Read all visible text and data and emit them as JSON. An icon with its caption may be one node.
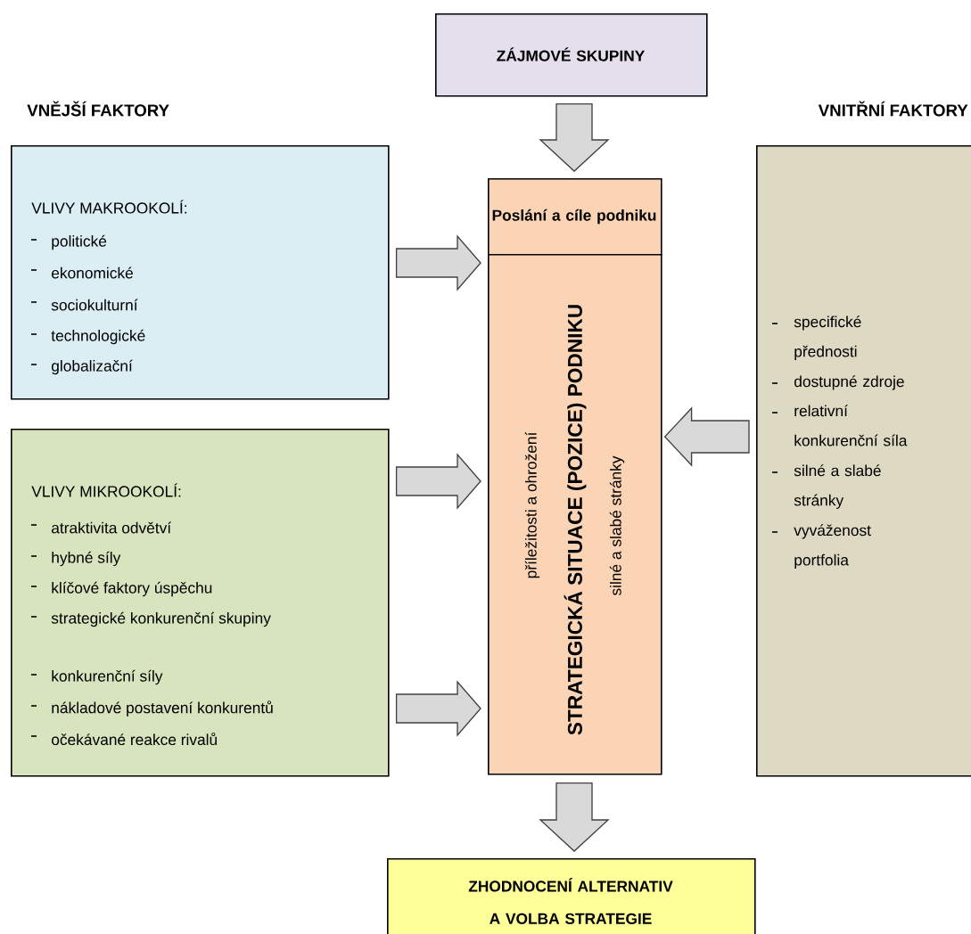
{
  "diagram": {
    "nodes": [
      {
        "text": [
          "ZÁJMOVÉ SKUPINY"
        ]
      },
      {
        "text": [
          "VLIVY MAKROOKOLÍ:",
          "politické",
          "ekonomické",
          "sociokulturní",
          "technologické",
          "globalizační"
        ]
      },
      {
        "text": [
          "VLIVY MIKROOKOLÍ:",
          "atraktivita odvětví",
          "hybné síly",
          "klíčové faktory úspěchu",
          "strategické konkurenční skupiny",
          "konkurenční síly",
          "nákladové postavení konkurentů",
          "očekávané reakce rivalů"
        ]
      },
      {
        "text": [
          "Poslání a cíle podniku"
        ]
      },
      {
        "text": [
          "příležitosti a ohrožení",
          "STRATEGICKÁ SITUACE (POZICE) PODNIKU",
          "silné a slabé stránky"
        ]
      },
      {
        "text": [
          "specifické přednosti",
          "dostupné zdroje",
          "relativní konkurenční síla",
          "silné a slabé stránky",
          "vyváženost portfolia"
        ]
      },
      {
        "text": [
          "ZHODNOCENÍ ALTERNATIV A VOLBA STRATEGIE"
        ]
      }
    ],
    "edges": [
      {
        "from": 0,
        "to": 3,
        "arrow": "to"
      },
      {
        "from": 1,
        "to": 4,
        "arrow": "to"
      },
      {
        "from": 2,
        "to": 4,
        "arrow": "to"
      },
      {
        "from": 2,
        "to": 4,
        "arrow": "to"
      },
      {
        "from": 5,
        "to": 4,
        "arrow": "to"
      },
      {
        "from": 4,
        "to": 6,
        "arrow": "to"
      }
    ],
    "labels": [
      "VNĚJŠÍ FAKTORY",
      "VNITŘNÍ FAKTORY"
    ]
  }
}
